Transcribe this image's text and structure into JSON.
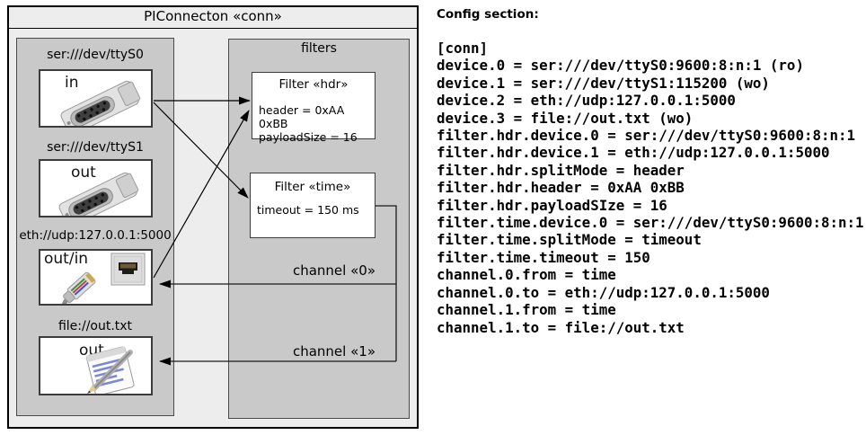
{
  "colors": {
    "outer_fill": "#ededed",
    "panel_fill": "#c9c9c9",
    "box_border": "#3c3c3c",
    "arrow": "#000000"
  },
  "diagram": {
    "title": "PIConnecton «conn»",
    "devices_panel": {
      "items": [
        {
          "uri": "ser:///dev/ttyS0",
          "port": "in",
          "icon": "serial-connector"
        },
        {
          "uri": "ser:///dev/ttyS1",
          "port": "out",
          "icon": "serial-connector"
        },
        {
          "uri": "eth://udp:127.0.0.1:5000",
          "port": "out/in",
          "icon": "ethernet-plug"
        },
        {
          "uri": "file://out.txt",
          "port": "out",
          "icon": "notepad-pencil"
        }
      ]
    },
    "filters_panel": {
      "title": "filters",
      "filters": [
        {
          "name": "Filter «hdr»",
          "properties": [
            "header = 0xAA 0xBB",
            "payloadSize = 16"
          ]
        },
        {
          "name": "Filter «time»",
          "properties": [
            "timeout = 150 ms"
          ]
        }
      ],
      "channels": [
        "channel «0»",
        "channel «1»"
      ]
    }
  },
  "config": {
    "heading": "Config section:",
    "lines": [
      "[conn]",
      "device.0 = ser:///dev/ttyS0:9600:8:n:1 (ro)",
      "device.1 = ser:///dev/ttyS1:115200 (wo)",
      "device.2 = eth://udp:127.0.0.1:5000",
      "device.3 = file://out.txt (wo)",
      "filter.hdr.device.0 = ser:///dev/ttyS0:9600:8:n:1",
      "filter.hdr.device.1 = eth://udp:127.0.0.1:5000",
      "filter.hdr.splitMode = header",
      "filter.hdr.header = 0xAA 0xBB",
      "filter.hdr.payloadSIze = 16",
      "filter.time.device.0 = ser:///dev/ttyS0:9600:8:n:1",
      "filter.time.splitMode = timeout",
      "filter.time.timeout = 150",
      "channel.0.from = time",
      "channel.0.to = eth://udp:127.0.0.1:5000",
      "channel.1.from = time",
      "channel.1.to = file://out.txt"
    ]
  }
}
